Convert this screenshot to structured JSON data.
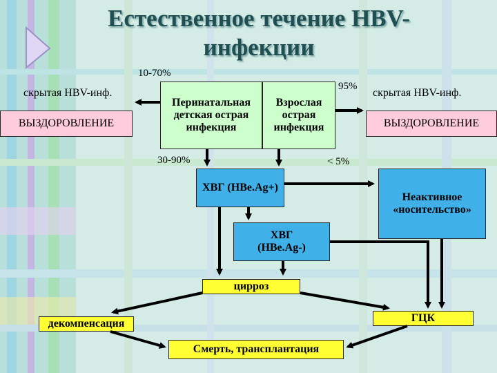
{
  "title": "Естественное течение HBV-инфекции",
  "labels": {
    "pct_10_70": "10-70%",
    "pct_95": "95%",
    "pct_30_90": "30-90%",
    "pct_lt5": "< 5%"
  },
  "left": {
    "latent": "скрытая HBV-инф.",
    "recovery": "ВЫЗДОРОВЛЕНИЕ"
  },
  "right": {
    "latent": "скрытая HBV-инф.",
    "recovery": "ВЫЗДОРОВЛЕНИЕ"
  },
  "nodes": {
    "perinatal": "Перинатальная детская острая инфекция",
    "adult": "Взрослая острая инфекция",
    "chb_pos": "ХВГ (HBe.Ag+)",
    "inactive": "Неактивное «носительство»",
    "chb_neg": "ХВГ (HBe.Ag-)",
    "cirrhosis": "цирроз",
    "decomp": "декомпенсация",
    "hcc": "ГЦК",
    "death": "Смерть, трансплантация"
  },
  "colors": {
    "green_box": "#ccffcc",
    "blue_box": "#3fb0e8",
    "yellow_box": "#ffff33",
    "pink_box": "#ffccdd",
    "title": "#1f4f53"
  }
}
